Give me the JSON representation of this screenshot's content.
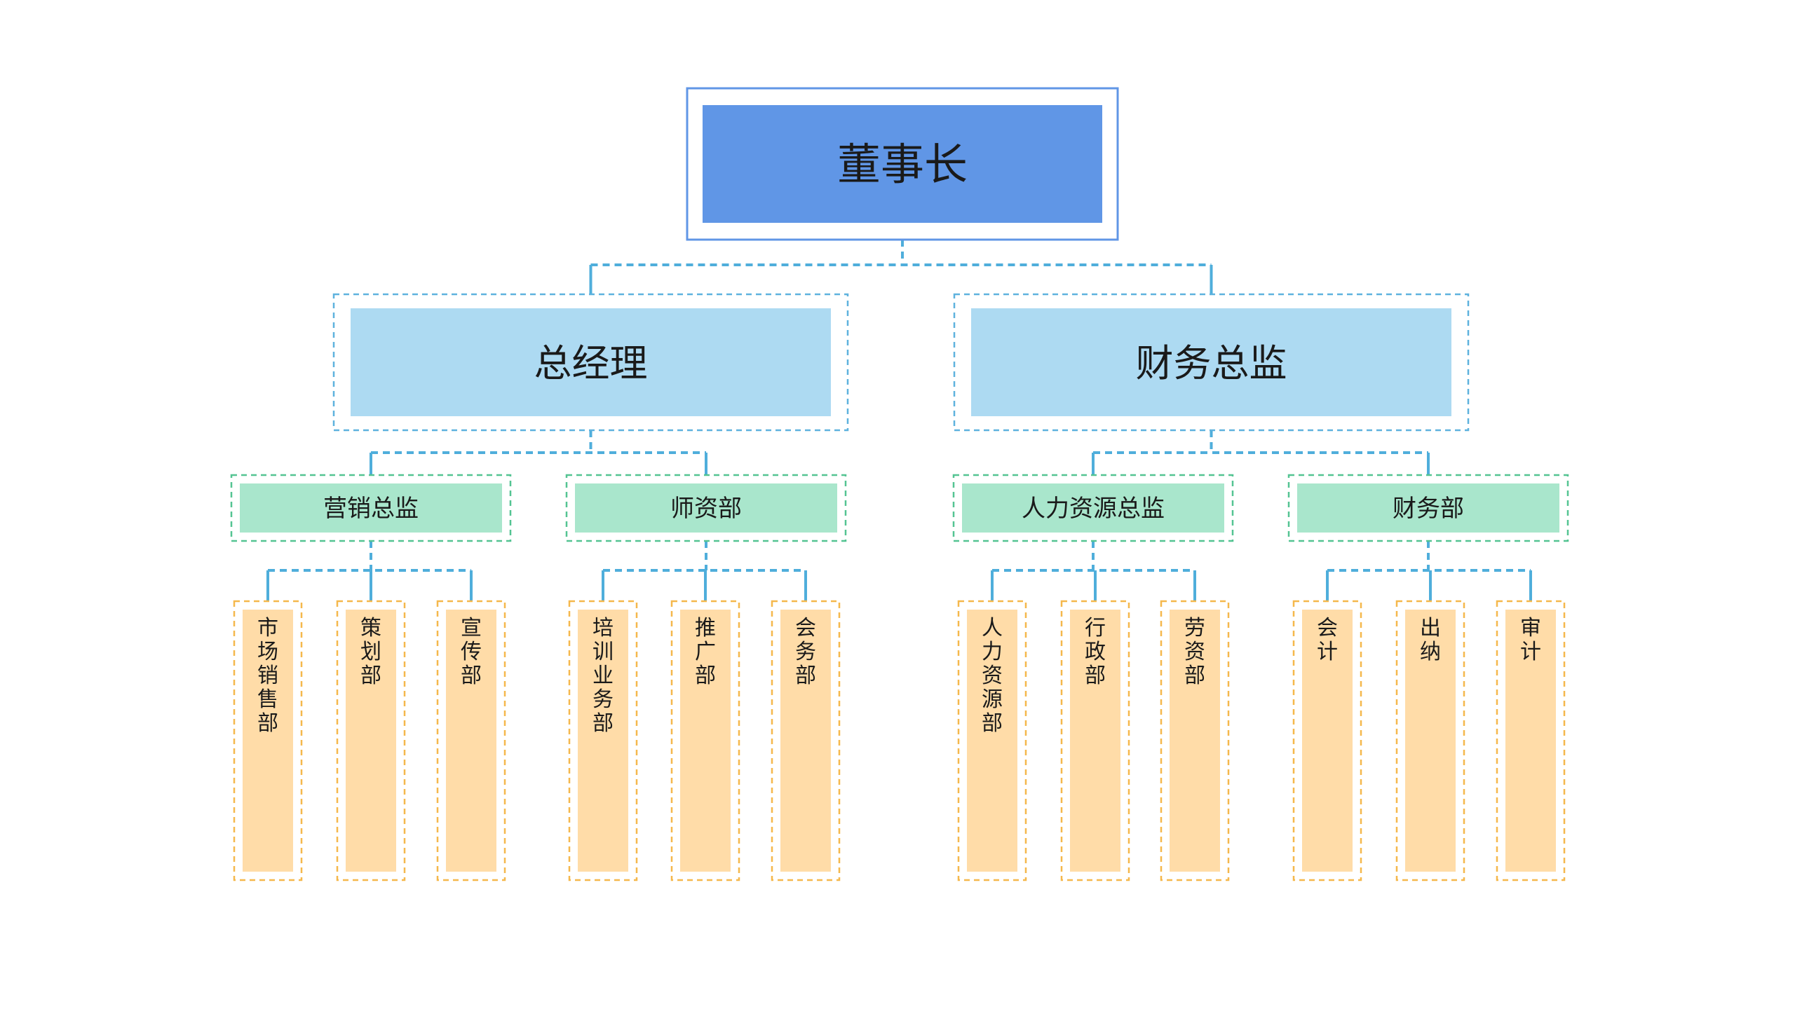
{
  "chairman": {
    "label": "董事长"
  },
  "executives": [
    {
      "label": "总经理",
      "directors": [
        {
          "label": "营销总监",
          "departments": [
            "市场销售部",
            "策划部",
            "宣传部"
          ]
        },
        {
          "label": "师资部",
          "departments": [
            "培训业务部",
            "推广部",
            "会务部"
          ]
        }
      ]
    },
    {
      "label": "财务总监",
      "directors": [
        {
          "label": "人力资源总监",
          "departments": [
            "人力资源部",
            "行政部",
            "劳资部"
          ]
        },
        {
          "label": "财务部",
          "departments": [
            "会计",
            "出纳",
            "审计"
          ]
        }
      ]
    }
  ],
  "colors": {
    "chairman_fill": "#6096E6",
    "chairman_border": "#6096E6",
    "executive_fill": "#ADDAF2",
    "executive_border": "#5EB2DE",
    "director_fill": "#A9E6CC",
    "director_border": "#54C492",
    "department_fill": "#FFDCA8",
    "department_border": "#F5B84C",
    "connector": "#4FAEDB"
  }
}
